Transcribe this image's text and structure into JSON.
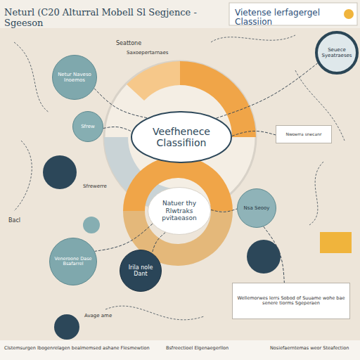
{
  "diagram": {
    "title": "Neturl (C20 Alturral Mobell Sl Segjence -Sgeeson",
    "nodes": [
      {
        "text": [
          "Seuece Syeatraeses"
        ]
      },
      {
        "text": [
          "Netur Naveso Inoemos"
        ]
      },
      {
        "text": [
          "Sfrew"
        ]
      },
      {
        "text": [
          "Veefhenece Classifiion"
        ]
      },
      {
        "text": [
          "Nwoerra snecanr"
        ]
      },
      {
        "text": [
          "Natuer thy Rlwtraks pvitaeason"
        ]
      },
      {
        "text": [
          "Nsa Seooy"
        ]
      },
      {
        "text": [
          "Veneroone Dase Bsafarrel"
        ]
      },
      {
        "text": [
          "Irila nole Dant"
        ]
      },
      {
        "text": [
          "Wellemorwes lerrs Sobod of Suuame wohe bae senere tiorms Sgeperaen"
        ]
      }
    ],
    "edges": [
      {
        "from": 1,
        "to": 3,
        "arrow": "none"
      },
      {
        "from": 2,
        "to": 3,
        "arrow": "none"
      },
      {
        "from": 3,
        "to": 0,
        "arrow": "none"
      },
      {
        "from": 3,
        "to": 4,
        "arrow": "none"
      },
      {
        "from": 5,
        "to": 6,
        "arrow": "none"
      },
      {
        "from": 5,
        "to": 7,
        "arrow": "none"
      },
      {
        "from": 5,
        "to": 8,
        "arrow": "none"
      },
      {
        "from": 6,
        "to": 9,
        "arrow": "none"
      }
    ],
    "labels": [
      "Vietense lerfagergel Classiion",
      "Seattone",
      "Saxoepertarnaes",
      "Bacl",
      "Avage ame",
      "Sfrewerre",
      "Clstemsurgen lbogenrelagen bealmemsed ashane Flesmewtion",
      "Bsfreectioel Elgenaegerllon",
      "Nosiefaerntemas weor Steafection"
    ]
  }
}
